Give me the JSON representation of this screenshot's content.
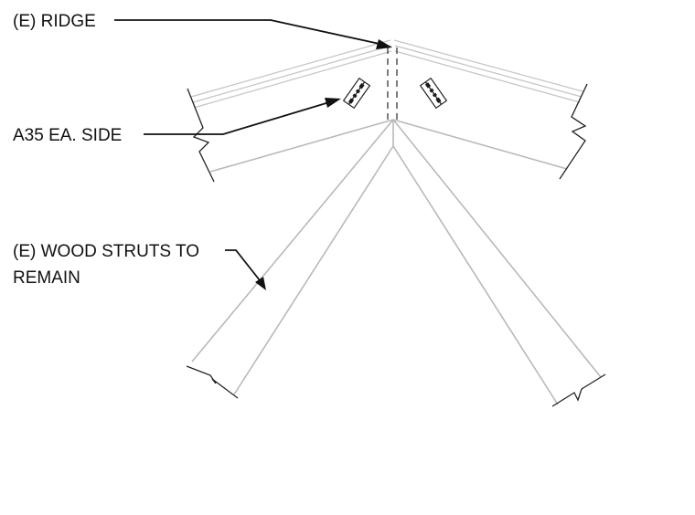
{
  "labels": {
    "ridge": "(E) RIDGE",
    "connector": "A35 EA. SIDE",
    "struts_line1": "(E) WOOD STRUTS TO",
    "struts_line2": "REMAIN"
  },
  "colors": {
    "member_lines": "#b9b9b9",
    "callout_lines": "#111111",
    "background": "#ffffff"
  }
}
